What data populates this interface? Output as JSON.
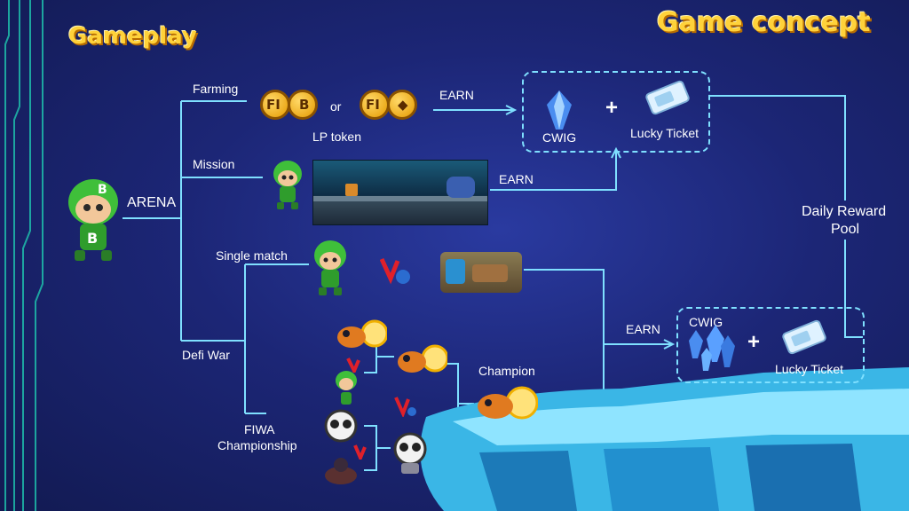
{
  "titles": {
    "left": "Gameplay",
    "right": "Game concept"
  },
  "nodes": {
    "arena": "ARENA",
    "farming": "Farming",
    "mission": "Mission",
    "single_match": "Single match",
    "defi_war": "Defi War",
    "fiwa_line1": "FIWA",
    "fiwa_line2": "Championship",
    "or": "or",
    "lp_token": "LP token",
    "earn_farming": "EARN",
    "earn_mission": "EARN",
    "earn_bottom": "EARN",
    "champion": "Champion",
    "cwig_top": "CWIG",
    "lucky_ticket_top": "Lucky Ticket",
    "plus_top": "+",
    "cwig_bottom": "CWIG",
    "lucky_ticket_bottom": "Lucky Ticket",
    "plus_bottom": "+",
    "daily_line1": "Daily Reward",
    "daily_line2": "Pool"
  },
  "coins": {
    "btc_left": "FI",
    "btc_right": "B",
    "eth_left": "FI",
    "eth_right": "◆"
  },
  "icons": {
    "mascot": "green-mascot-icon",
    "crystal": "crystal-icon",
    "ticket": "ticket-icon",
    "versus": "versus-icon"
  },
  "colors": {
    "title": "#ffd23a",
    "line": "#7fe0ff",
    "background": "#1c2676"
  }
}
